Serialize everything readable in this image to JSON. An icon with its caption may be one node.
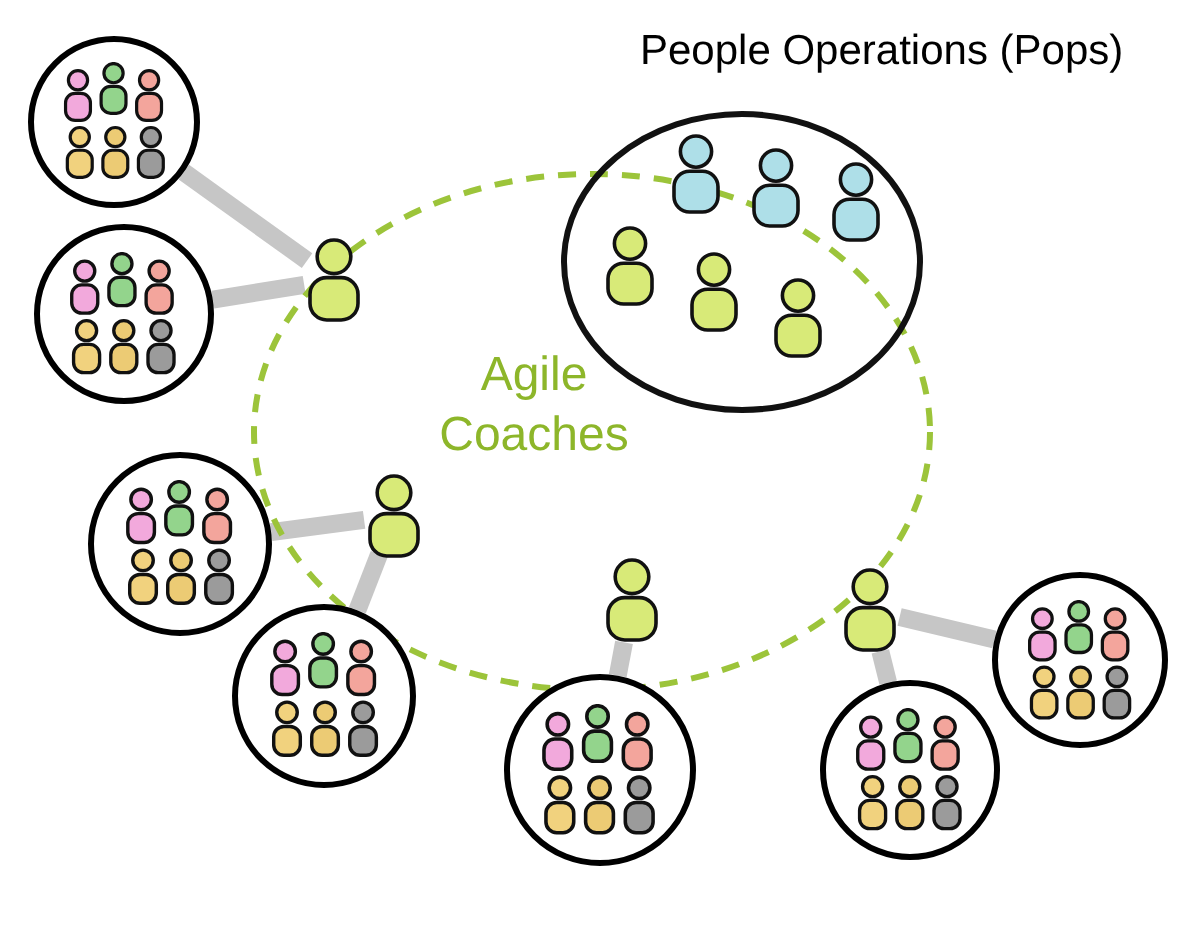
{
  "diagram": {
    "nodes": [
      {
        "text": [],
        "shape": "circle"
      },
      {
        "text": [
          "People Operations (Pops)"
        ]
      },
      {
        "text": [],
        "shape": "person",
        "in": 4
      },
      {
        "text": [],
        "shape": "circle"
      },
      {
        "text": [
          "Agile Coaches"
        ]
      },
      {
        "text": [],
        "shape": "circle"
      },
      {
        "text": [],
        "shape": "person",
        "in": 4
      },
      {
        "text": [],
        "shape": "circle"
      },
      {
        "text": [],
        "shape": "person",
        "in": 4
      },
      {
        "text": [],
        "shape": "person",
        "in": 4
      },
      {
        "text": [],
        "shape": "circle"
      },
      {
        "text": [],
        "shape": "circle"
      },
      {
        "text": [],
        "shape": "circle"
      }
    ],
    "edges": [
      {
        "from": 2,
        "to": 0,
        "arrow": "none"
      },
      {
        "from": 2,
        "to": 3,
        "arrow": "none"
      },
      {
        "from": 6,
        "to": 5,
        "arrow": "none"
      },
      {
        "from": 6,
        "to": 7,
        "arrow": "none"
      },
      {
        "from": 8,
        "to": 11,
        "arrow": "none"
      },
      {
        "from": 9,
        "to": 12,
        "arrow": "none"
      },
      {
        "from": 9,
        "to": 10,
        "arrow": "none"
      }
    ]
  }
}
